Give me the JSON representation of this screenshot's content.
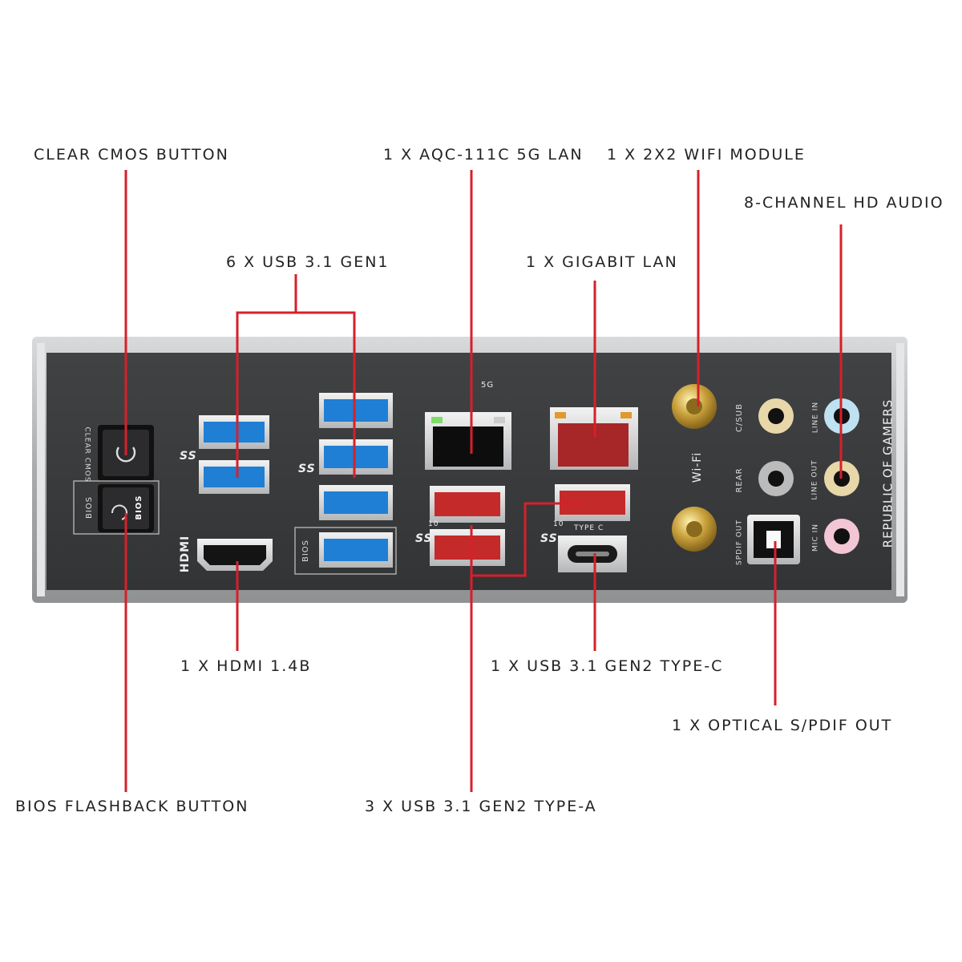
{
  "callouts": {
    "clear_cmos": "CLEAR CMOS BUTTON",
    "aqc_lan": "1 X AQC-111C 5G LAN",
    "wifi": "1 X 2X2 WIFI MODULE",
    "audio": "8-CHANNEL HD AUDIO",
    "usb_gen1": "6 X USB 3.1 GEN1",
    "gigabit_lan": "1 X GIGABIT LAN",
    "hdmi": "1 X HDMI 1.4B",
    "type_c": "1 X USB 3.1 GEN2 TYPE-C",
    "optical": "1 X OPTICAL S/PDIF OUT",
    "bios_flashback": "BIOS FLASHBACK BUTTON",
    "type_a": "3 X USB 3.1 GEN2 TYPE-A"
  },
  "panel": {
    "clear_cmos_label": "CLEAR CMOS",
    "bios_left": "BIOS",
    "bios_button": "BIOS",
    "hdmi": "HDMI",
    "bios_usb": "BIOS",
    "ss": "SS",
    "ss10": "10",
    "wifi": "Wi-Fi",
    "csub": "C/SUB",
    "rear": "REAR",
    "spdif": "SPDIF OUT",
    "line_in": "LINE IN",
    "line_out": "LINE OUT",
    "mic_in": "MIC IN",
    "type_c": "TYPE C",
    "rog": "REPUBLIC OF GAMERS",
    "lan_5g": "5G"
  },
  "colors": {
    "leader": "#d6202a",
    "panel": "#3a3b3d",
    "frame": "#b9bbbd",
    "usb_blue": "#1f7fd4",
    "usb_red": "#c42a2a"
  }
}
